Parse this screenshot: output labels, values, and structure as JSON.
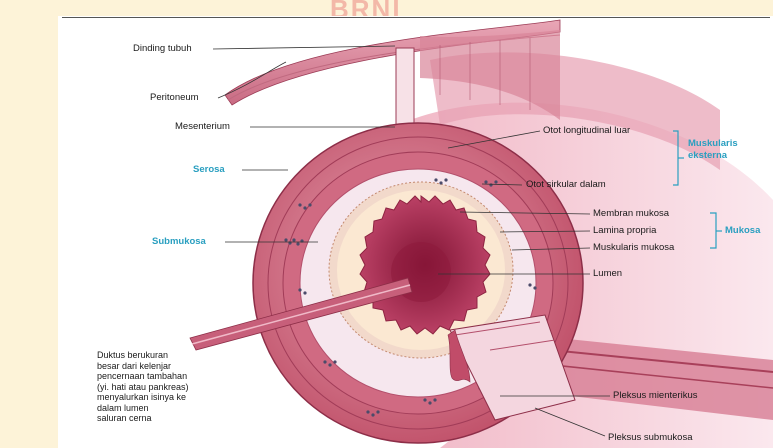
{
  "watermark": "BRNI",
  "labels": {
    "dinding_tubuh": "Dinding tubuh",
    "peritoneum": "Peritoneum",
    "mesenterium": "Mesenterium",
    "serosa": "Serosa",
    "submukosa": "Submukosa",
    "otot_longitudinal": "Otot longitudinal luar",
    "otot_sirkular": "Otot sirkular dalam",
    "muskularis_eksterna": [
      "Muskularis",
      "eksterna"
    ],
    "membran_mukosa": "Membran mukosa",
    "lamina_propria": "Lamina propria",
    "muskularis_mukosa": "Muskularis mukosa",
    "mukosa": "Mukosa",
    "lumen": "Lumen",
    "pleksus_mienterikus": "Pleksus mienterikus",
    "pleksus_submukosa": "Pleksus submukosa",
    "duktus": [
      "Duktus berukuran",
      "besar dari kelenjar",
      "pencernaan tambahan",
      "(yi. hati atau pankreas)",
      "menyalurkan isinya ke",
      "dalam lumen",
      "saluran cerna"
    ]
  },
  "colors": {
    "highlight_label": "#2a9fc0",
    "muscle": "#c8576e",
    "mucosa": "#b7385a",
    "submucosa": "#f6e7ee",
    "background": "#fdf3d8"
  }
}
